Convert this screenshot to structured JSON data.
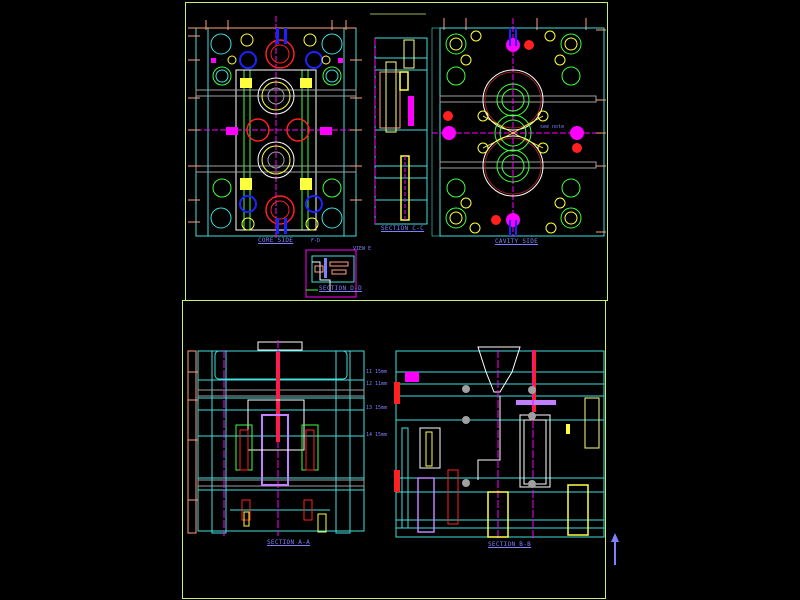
{
  "drawing": {
    "type": "injection-mold-assembly",
    "background": "#000000",
    "colors": {
      "frame": "#c8f078",
      "plate": "#40e0e0",
      "dimension": "#ff9f80",
      "centerline": "#ff00ff",
      "ring_red": "#ff2020",
      "ring_green": "#40ff40",
      "ring_yellow": "#ffff40",
      "part_white": "#ffffff",
      "label": "#8080ff",
      "gray": "#a0a0a0",
      "blue": "#2020ff"
    }
  },
  "views": {
    "core_side": {
      "label": "CORE SIDE"
    },
    "section_marker": {
      "label": "F-D"
    },
    "section_c": {
      "label": "SECTION C-C"
    },
    "cavity_side": {
      "label": "CAVITY SIDE",
      "note": "see note"
    },
    "section_d": {
      "label": "SECTION D-D"
    },
    "section_a": {
      "label": "SECTION A-A"
    },
    "section_b": {
      "label": "SECTION B-B"
    },
    "view_ref": {
      "label": "VIEW E"
    },
    "plate_marks": [
      {
        "label": "11  15mm"
      },
      {
        "label": "12  11mm"
      },
      {
        "label": "13  15mm"
      },
      {
        "label": "14  15mm"
      }
    ]
  },
  "ucs_arrow": {
    "name": "up-arrow",
    "color": "#8080ff"
  }
}
